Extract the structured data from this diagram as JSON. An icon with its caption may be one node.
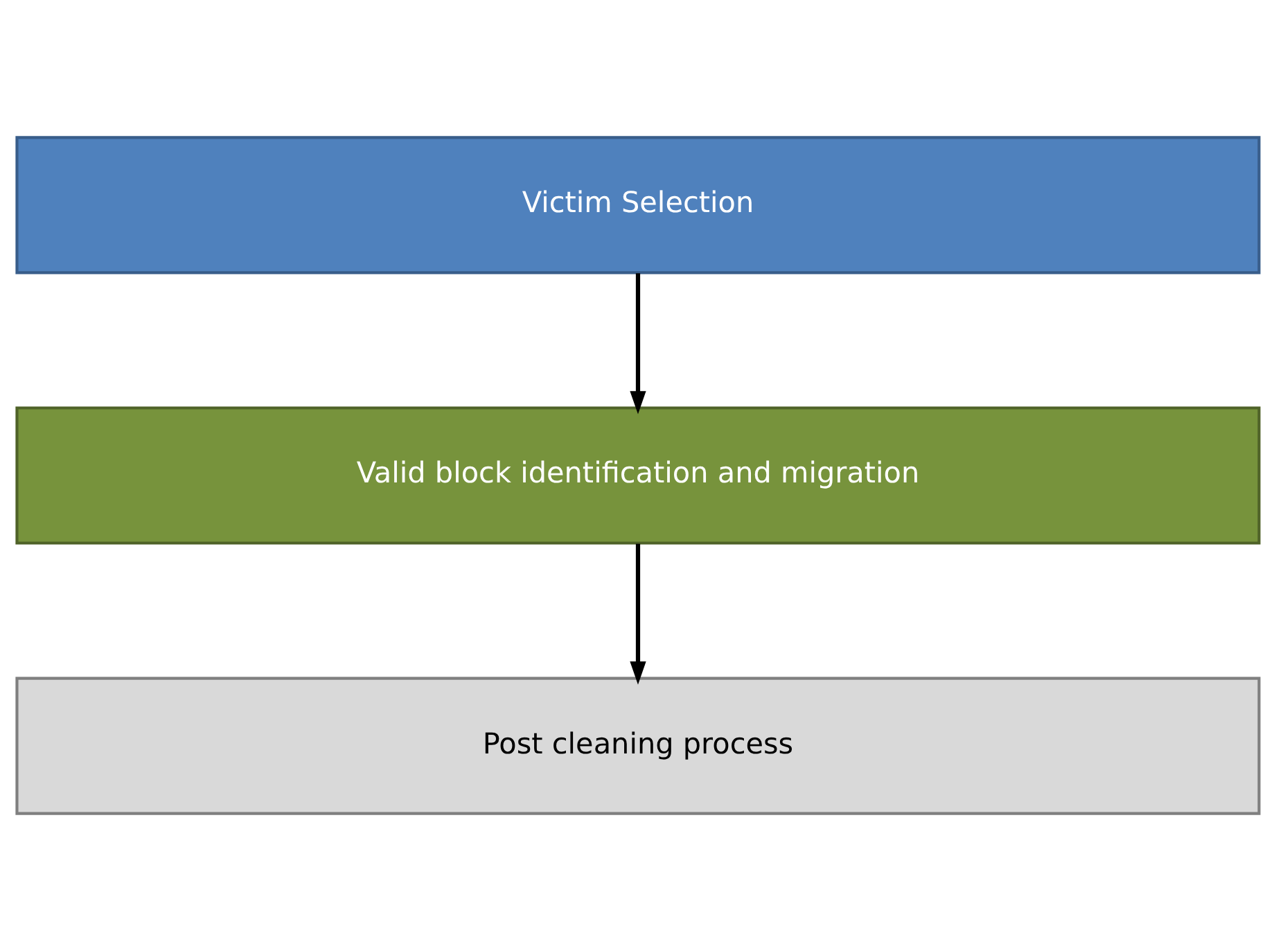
{
  "diagram": {
    "nodes": [
      {
        "text": [
          "Victim Selection"
        ]
      },
      {
        "text": [
          "Valid block identification and migration"
        ]
      },
      {
        "text": [
          "Post cleaning process"
        ]
      }
    ],
    "edges": [
      {
        "from": 0,
        "to": 1,
        "arrow": "to"
      },
      {
        "from": 1,
        "to": 2,
        "arrow": "to"
      }
    ]
  }
}
